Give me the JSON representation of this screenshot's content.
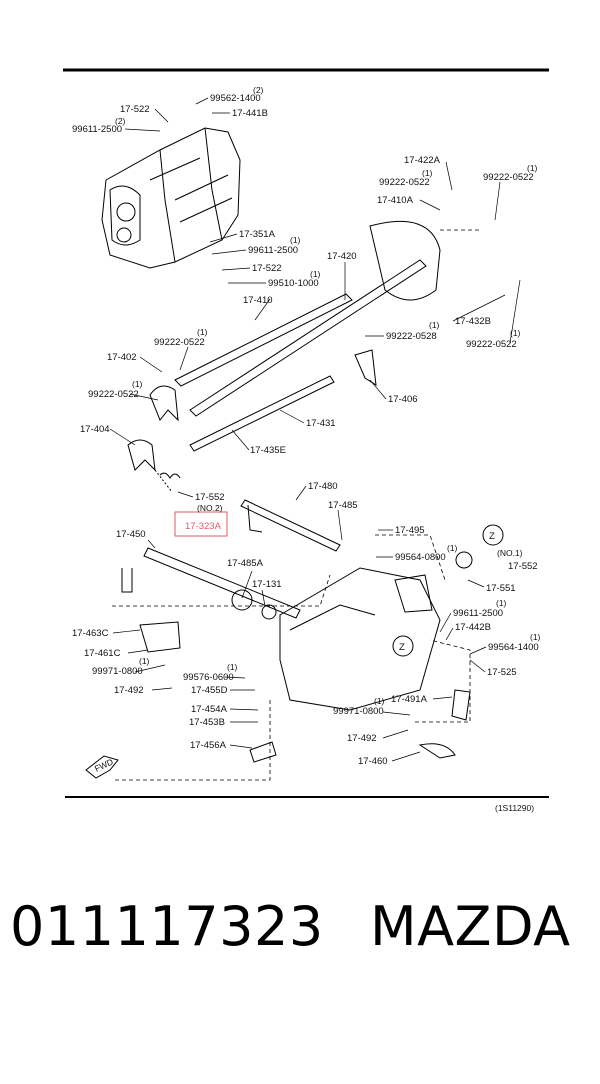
{
  "diagram": {
    "ref_code": "(1S11290)",
    "highlighted_part": "17-323A",
    "fwd_label": "FWD",
    "callouts": [
      {
        "id": "c1",
        "text": "(2)"
      },
      {
        "id": "c2",
        "text": "99562-1400"
      },
      {
        "id": "c3",
        "text": "17-522"
      },
      {
        "id": "c4",
        "text": "17-441B"
      },
      {
        "id": "c5",
        "text": "(2)"
      },
      {
        "id": "c6",
        "text": "99611-2500"
      },
      {
        "id": "c7",
        "text": "17-422A"
      },
      {
        "id": "c8",
        "text": "(1)"
      },
      {
        "id": "c9",
        "text": "99222-0522"
      },
      {
        "id": "c10",
        "text": "(1)"
      },
      {
        "id": "c11",
        "text": "99222-0522"
      },
      {
        "id": "c12",
        "text": "17-410A"
      },
      {
        "id": "c13",
        "text": "17-351A"
      },
      {
        "id": "c14",
        "text": "(1)"
      },
      {
        "id": "c15",
        "text": "99611-2500"
      },
      {
        "id": "c16",
        "text": "17-522"
      },
      {
        "id": "c17",
        "text": "(1)"
      },
      {
        "id": "c18",
        "text": "99510-1000"
      },
      {
        "id": "c19",
        "text": "17-420"
      },
      {
        "id": "c20",
        "text": "17-410"
      },
      {
        "id": "c21",
        "text": "17-432B"
      },
      {
        "id": "c22",
        "text": "(1)"
      },
      {
        "id": "c23",
        "text": "99222-0522"
      },
      {
        "id": "c24",
        "text": "(1)"
      },
      {
        "id": "c25",
        "text": "99222-0522"
      },
      {
        "id": "c26",
        "text": "(1)"
      },
      {
        "id": "c27",
        "text": "99222-0528"
      },
      {
        "id": "c28",
        "text": "17-402"
      },
      {
        "id": "c29",
        "text": "(1)"
      },
      {
        "id": "c30",
        "text": "99222-0522"
      },
      {
        "id": "c31",
        "text": "17-406"
      },
      {
        "id": "c32",
        "text": "17-404"
      },
      {
        "id": "c33",
        "text": "17-431"
      },
      {
        "id": "c34",
        "text": "17-435E"
      },
      {
        "id": "c35",
        "text": "17-552"
      },
      {
        "id": "c36",
        "text": "(NO.2)"
      },
      {
        "id": "c37",
        "text": "17-480"
      },
      {
        "id": "c38",
        "text": "17-485"
      },
      {
        "id": "c39",
        "text": "17-495"
      },
      {
        "id": "c40",
        "text": "17-450"
      },
      {
        "id": "c41",
        "text": "99564-0800"
      },
      {
        "id": "c42",
        "text": "(1)"
      },
      {
        "id": "c43",
        "text": "17-485A"
      },
      {
        "id": "c44",
        "text": "(NO.1)"
      },
      {
        "id": "c45",
        "text": "17-552"
      },
      {
        "id": "c46",
        "text": "17-131"
      },
      {
        "id": "c47",
        "text": "17-551"
      },
      {
        "id": "c48",
        "text": "(1)"
      },
      {
        "id": "c49",
        "text": "99611-2500"
      },
      {
        "id": "c50",
        "text": "17-442B"
      },
      {
        "id": "c51",
        "text": "17-463C"
      },
      {
        "id": "c52",
        "text": "(1)"
      },
      {
        "id": "c53",
        "text": "99564-1400"
      },
      {
        "id": "c54",
        "text": "17-461C"
      },
      {
        "id": "c55",
        "text": "(1)"
      },
      {
        "id": "c56",
        "text": "99971-0800"
      },
      {
        "id": "c57",
        "text": "17-525"
      },
      {
        "id": "c58",
        "text": "(1)"
      },
      {
        "id": "c59",
        "text": "99576-0600"
      },
      {
        "id": "c60",
        "text": "17-492"
      },
      {
        "id": "c61",
        "text": "17-455D"
      },
      {
        "id": "c62",
        "text": "17-491A"
      },
      {
        "id": "c63",
        "text": "(1)"
      },
      {
        "id": "c64",
        "text": "99971-0800"
      },
      {
        "id": "c65",
        "text": "17-454A"
      },
      {
        "id": "c66",
        "text": "17-453B"
      },
      {
        "id": "c67",
        "text": "17-492"
      },
      {
        "id": "c68",
        "text": "17-456A"
      },
      {
        "id": "c69",
        "text": "17-460"
      },
      {
        "id": "c70",
        "text": "Z"
      },
      {
        "id": "c71",
        "text": "Z"
      }
    ]
  },
  "caption": {
    "part_number": "011117323",
    "brand": "MAZDA"
  }
}
